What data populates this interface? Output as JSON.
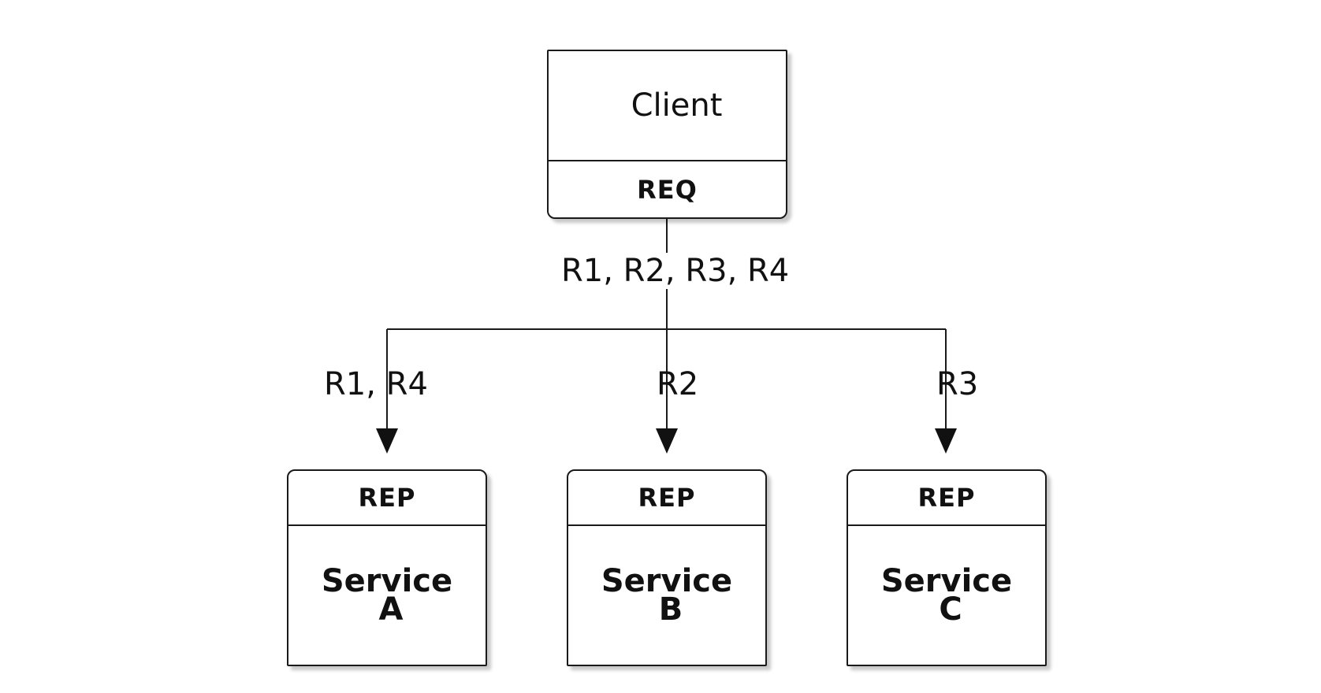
{
  "client": {
    "title": "Client",
    "socket": "REQ"
  },
  "request_label": "R1, R2, R3, R4",
  "branches": [
    {
      "label": "R1, R4",
      "service_line1": "Service",
      "service_line2": "A",
      "socket": "REP"
    },
    {
      "label": "R2",
      "service_line1": "Service",
      "service_line2": "B",
      "socket": "REP"
    },
    {
      "label": "R3",
      "service_line1": "Service",
      "service_line2": "C",
      "socket": "REP"
    }
  ]
}
